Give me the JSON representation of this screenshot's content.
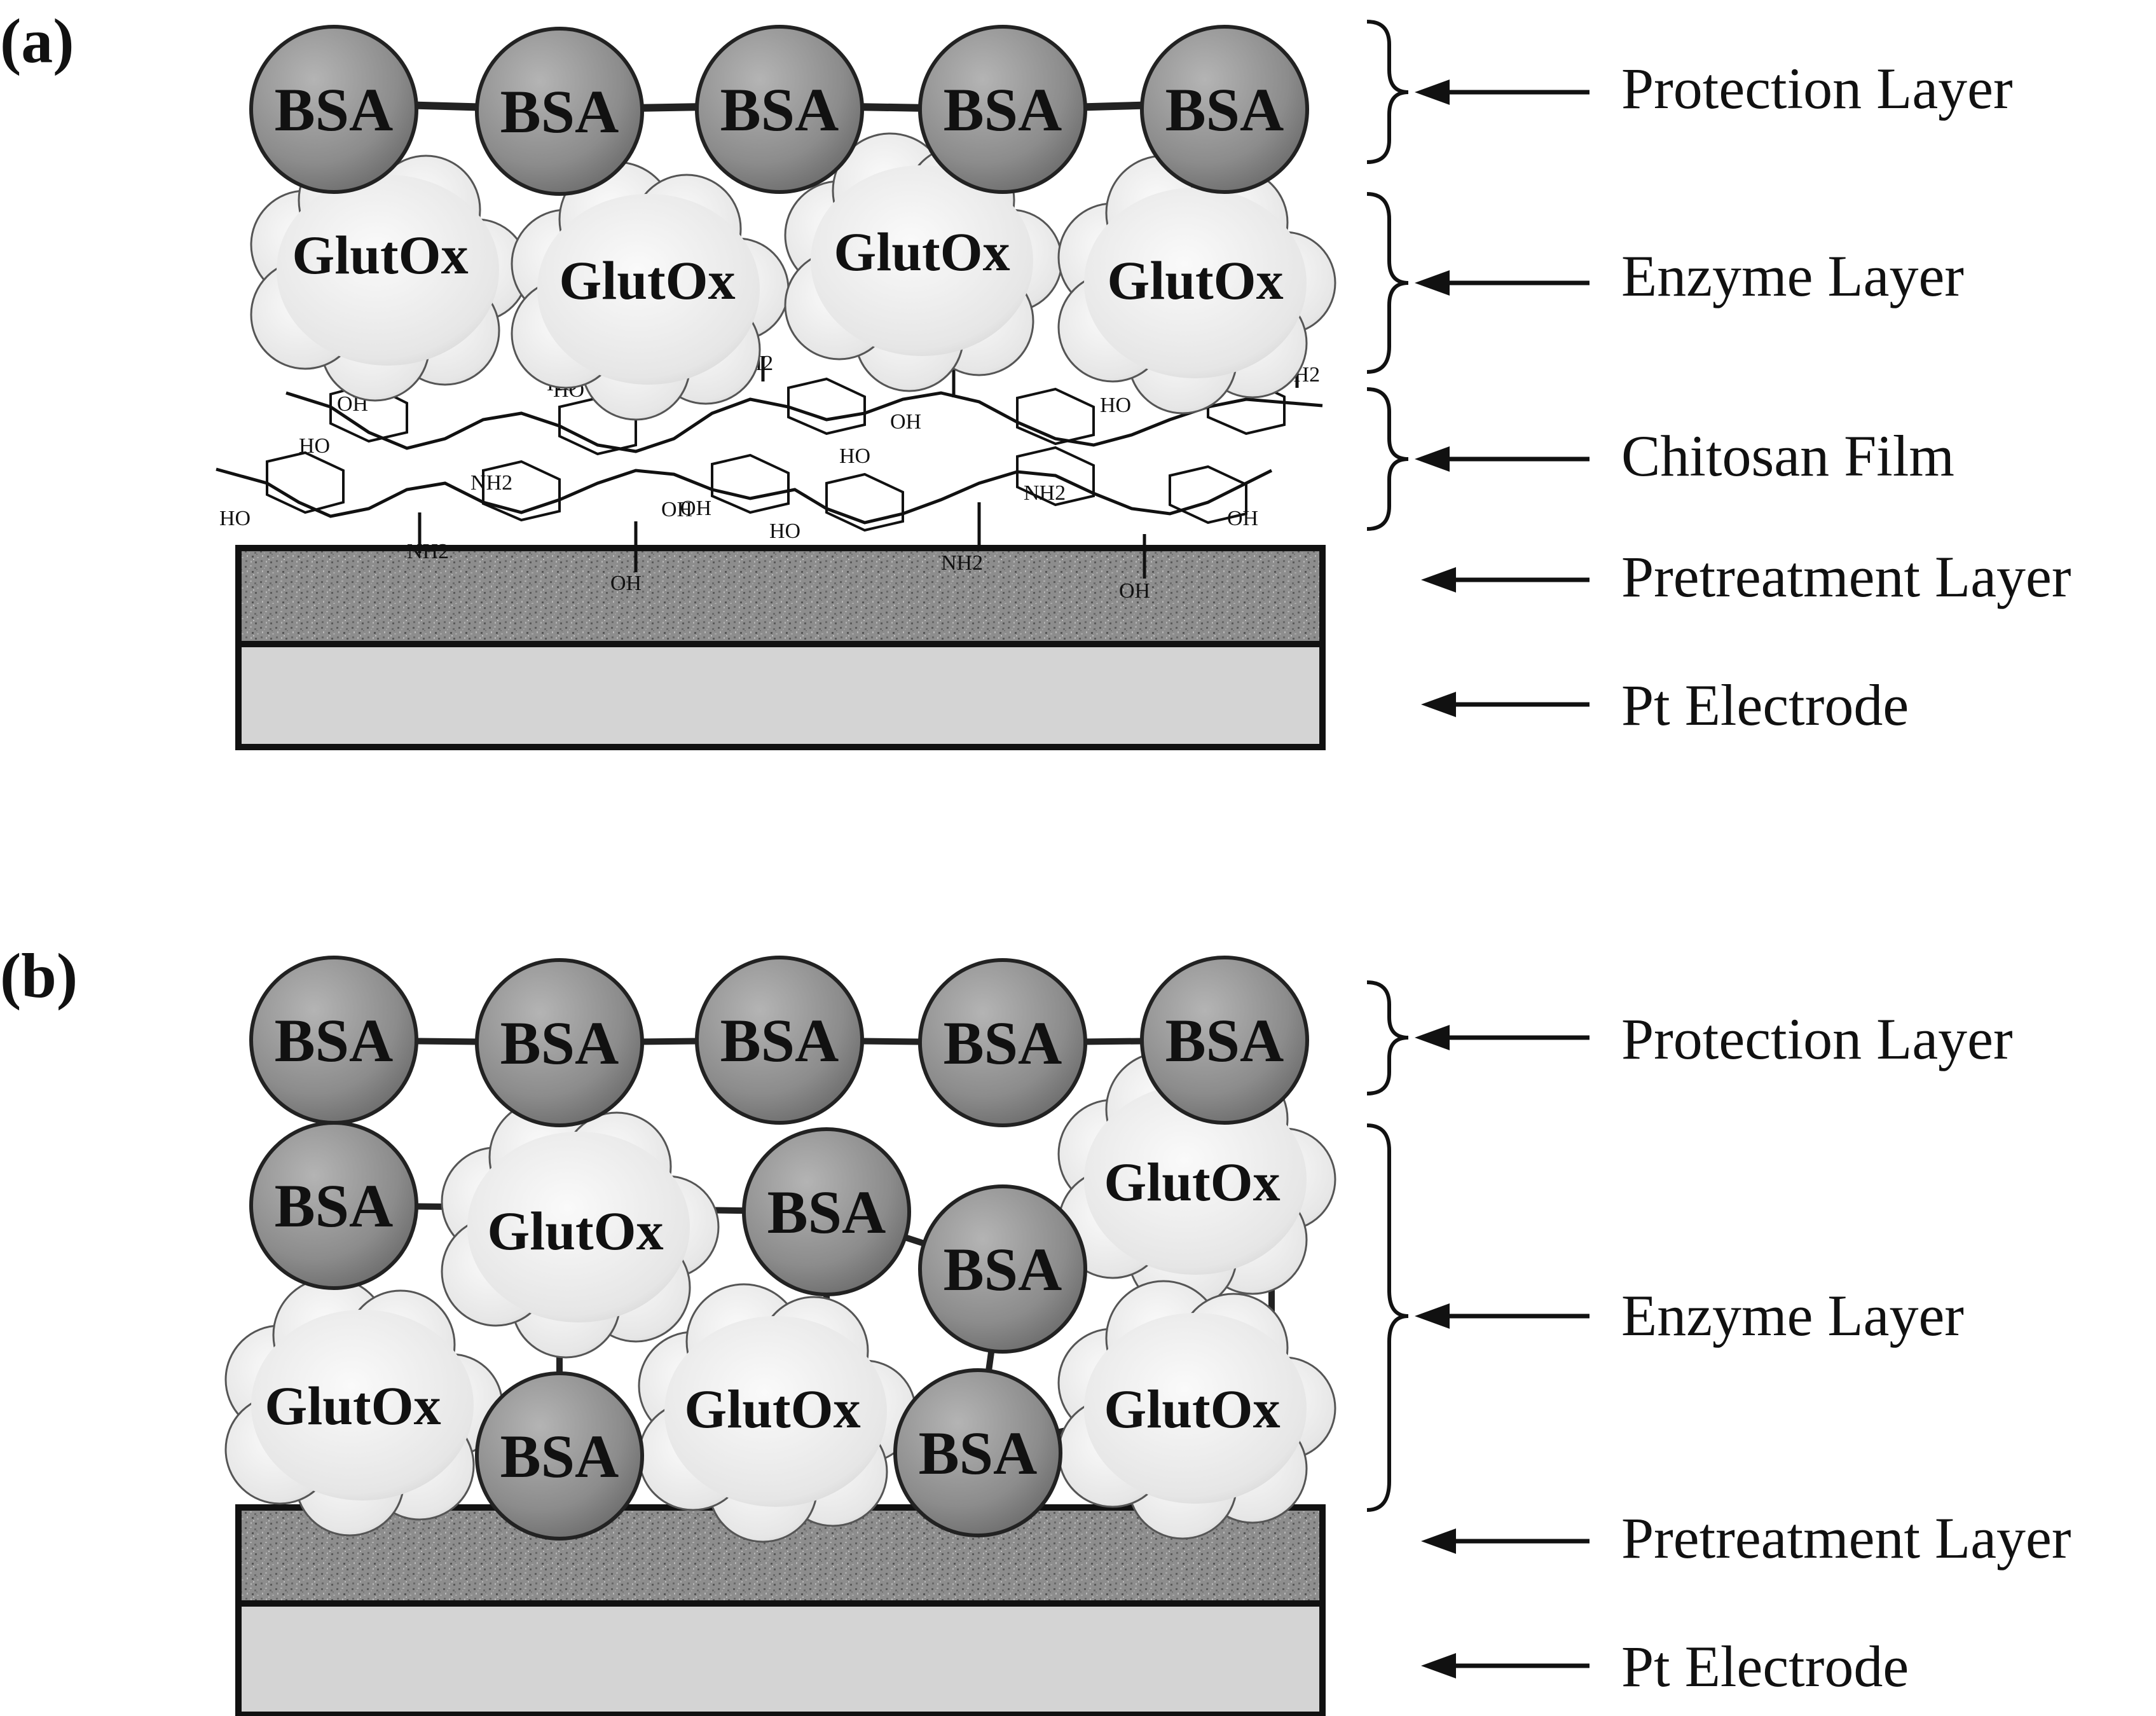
{
  "panels": [
    {
      "id": "a",
      "label": "(a)",
      "bsa_label": "BSA",
      "enzyme_label": "GlutOx",
      "chitosan_groups": [
        "OH",
        "HO",
        "NH2",
        "OH",
        "HO",
        "NH2",
        "OH",
        "HO",
        "NH2",
        "OH",
        "HO",
        "NH2",
        "OH",
        "HO",
        "NH2",
        "OH",
        "HO",
        "OH",
        "HO",
        "NH2",
        "OH",
        "OH"
      ],
      "layer_labels": [
        "Protection Layer",
        "Enzyme Layer",
        "Chitosan Film",
        "Pretreatment Layer",
        "Pt Electrode"
      ]
    },
    {
      "id": "b",
      "label": "(b)",
      "bsa_label": "BSA",
      "enzyme_label": "GlutOx",
      "layer_labels": [
        "Protection Layer",
        "Enzyme Layer",
        "Pretreatment Layer",
        "Pt Electrode"
      ]
    }
  ],
  "colors": {
    "bsa_fill": "#8c8c8c",
    "enzyme_fill": "#eeeeee",
    "pretreatment_fill": "#8a8a8a",
    "electrode_fill": "#d4d4d4",
    "line": "#111111"
  }
}
